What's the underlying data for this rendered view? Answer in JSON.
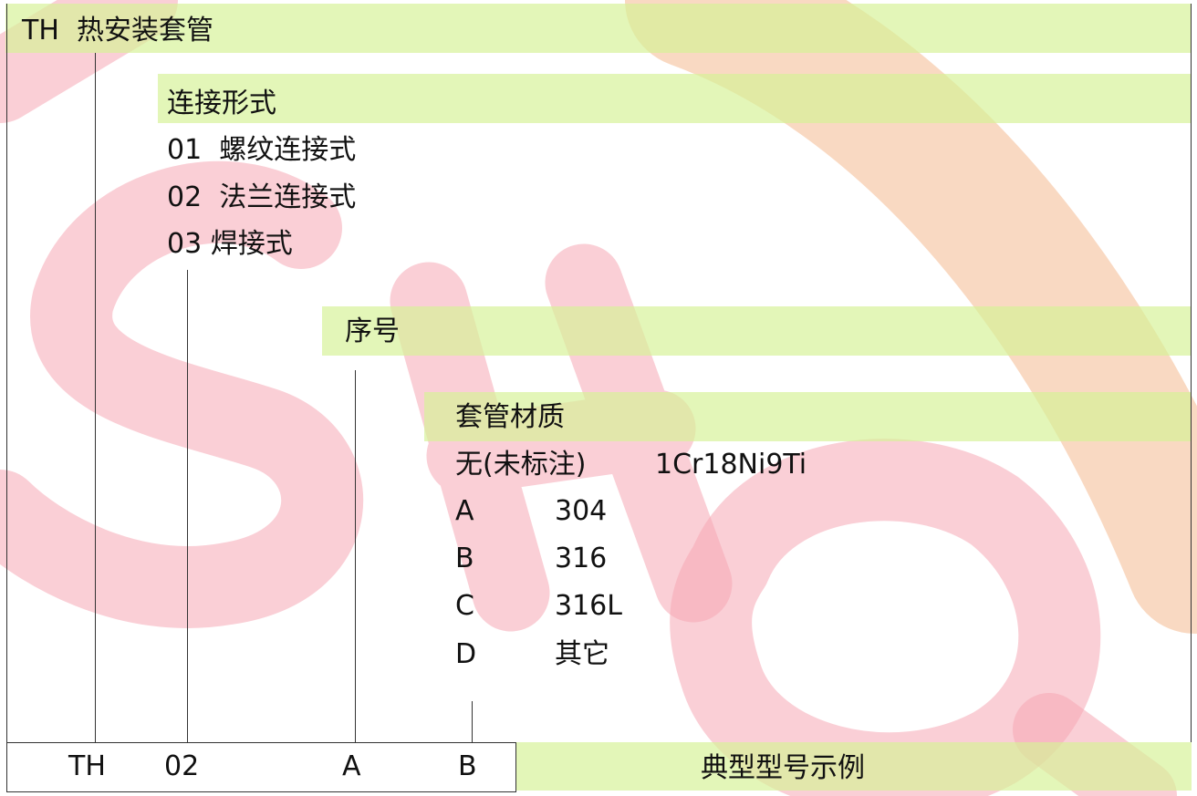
{
  "colors": {
    "band": "#d6f296",
    "watermark": "#f5a8b4",
    "watermark_arc": "#f6c9a8",
    "line": "#333333",
    "text": "#111111"
  },
  "watermark_logo": "SHQ",
  "header": {
    "title": "TH  热安装套管"
  },
  "connection": {
    "heading": "连接形式",
    "options": [
      "01  螺纹连接式",
      "02  法兰连接式",
      "03 焊接式"
    ]
  },
  "serial": {
    "heading": "序号"
  },
  "material": {
    "heading": "套管材质",
    "rows": [
      {
        "code": "无(未标注)",
        "value": "1Cr18Ni9Ti"
      },
      {
        "code": "A",
        "value": "304"
      },
      {
        "code": "B",
        "value": "316"
      },
      {
        "code": "C",
        "value": "316L"
      },
      {
        "code": "D",
        "value": "其它"
      }
    ]
  },
  "example": {
    "label": "典型型号示例",
    "codes": [
      "TH",
      "02",
      "A",
      "B"
    ]
  }
}
